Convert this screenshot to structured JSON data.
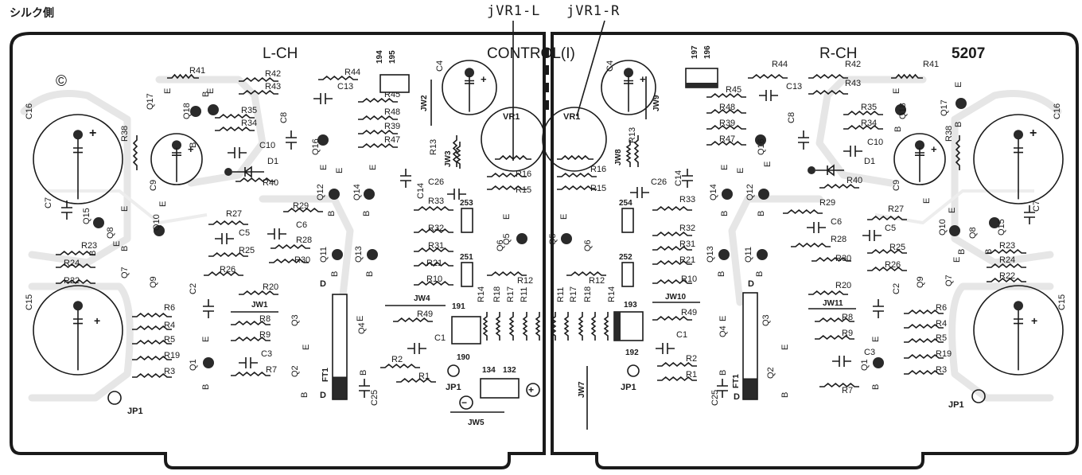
{
  "header": {
    "title": "シルク側"
  },
  "callouts": {
    "vr_left": "jVR1-L",
    "vr_right": "jVR1-R"
  },
  "board": {
    "left_channel": "L-CH",
    "right_channel": "R-CH",
    "center_title": "CONTROL(I)",
    "model": "5207",
    "copyright": "©"
  },
  "left": {
    "resistors": [
      "R41",
      "R42",
      "R43",
      "R44",
      "R45",
      "R35",
      "R34",
      "R48",
      "R39",
      "R47",
      "R13",
      "R38",
      "R40",
      "R16",
      "R15",
      "R33",
      "R27",
      "R29",
      "R28",
      "R32",
      "R31",
      "R25",
      "R30",
      "R21",
      "R23",
      "R24",
      "R22",
      "R26",
      "R10",
      "R12",
      "R20",
      "R6",
      "R4",
      "R5",
      "R8",
      "R9",
      "R19",
      "R3",
      "R7",
      "R2",
      "R1",
      "R49",
      "R14",
      "R18",
      "R17",
      "R11"
    ],
    "capacitors": [
      "C16",
      "C7",
      "C15",
      "C9",
      "C8",
      "C10",
      "C13",
      "C4",
      "C14",
      "C26",
      "C6",
      "C5",
      "C2",
      "C3",
      "C1",
      "C25"
    ],
    "transistors": [
      "Q17",
      "Q18",
      "Q16",
      "Q10",
      "Q8",
      "Q15",
      "Q12",
      "Q14",
      "Q11",
      "Q13",
      "Q6",
      "Q5",
      "Q7",
      "Q9",
      "Q3",
      "Q4",
      "Q1",
      "Q2"
    ],
    "connectors": [
      "194",
      "195",
      "253",
      "251",
      "191",
      "190",
      "134",
      "132"
    ],
    "jumpers": [
      "JW2",
      "JW3",
      "JW4",
      "JW1",
      "JW5"
    ],
    "misc": [
      "VR1",
      "D1",
      "FT1",
      "JP1",
      "+",
      "−",
      "B",
      "E",
      "D"
    ]
  },
  "right": {
    "resistors": [
      "R44",
      "R42",
      "R41",
      "R43",
      "R45",
      "R48",
      "R39",
      "R47",
      "R35",
      "R34",
      "R38",
      "R13",
      "R16",
      "R15",
      "R40",
      "R33",
      "R29",
      "R27",
      "R32",
      "R31",
      "R28",
      "R25",
      "R21",
      "R30",
      "R26",
      "R23",
      "R24",
      "R22",
      "R10",
      "R12",
      "R20",
      "R6",
      "R4",
      "R5",
      "R19",
      "R3",
      "R8",
      "R9",
      "R49",
      "R2",
      "R1",
      "R7",
      "R11",
      "R17",
      "R18",
      "R14"
    ],
    "capacitors": [
      "C4",
      "C13",
      "C8",
      "C10",
      "C9",
      "C16",
      "C14",
      "C26",
      "C6",
      "C5",
      "C7",
      "C2",
      "C3",
      "C1",
      "C25",
      "C15"
    ],
    "transistors": [
      "Q18",
      "Q17",
      "Q16",
      "Q14",
      "Q12",
      "Q10",
      "Q8",
      "Q15",
      "Q5",
      "Q6",
      "Q13",
      "Q11",
      "Q7",
      "Q9",
      "Q4",
      "Q3",
      "Q1",
      "Q2"
    ],
    "connectors": [
      "197",
      "196",
      "254",
      "252",
      "193",
      "192"
    ],
    "jumpers": [
      "JW9",
      "JW8",
      "JW10",
      "JW11",
      "JW7"
    ],
    "misc": [
      "VR1",
      "D1",
      "FT1",
      "JP1",
      "+",
      "B",
      "E",
      "D"
    ]
  }
}
